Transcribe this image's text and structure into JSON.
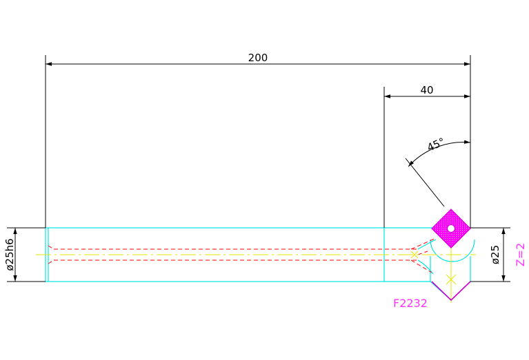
{
  "drawing": {
    "dimensions": {
      "overall_length": "200",
      "head_length": "40",
      "angle": "45°",
      "shank_diameter": "ø25h6",
      "head_diameter": "ø25"
    },
    "labels": {
      "part_code": "F2232",
      "teeth": "Z=2"
    },
    "colors": {
      "outline": "#00e5e5",
      "dimension": "#000000",
      "hidden": "#ff0000",
      "center": "#e6e600",
      "insert": "#ff00ff",
      "annotation": "#ff33ff"
    }
  }
}
